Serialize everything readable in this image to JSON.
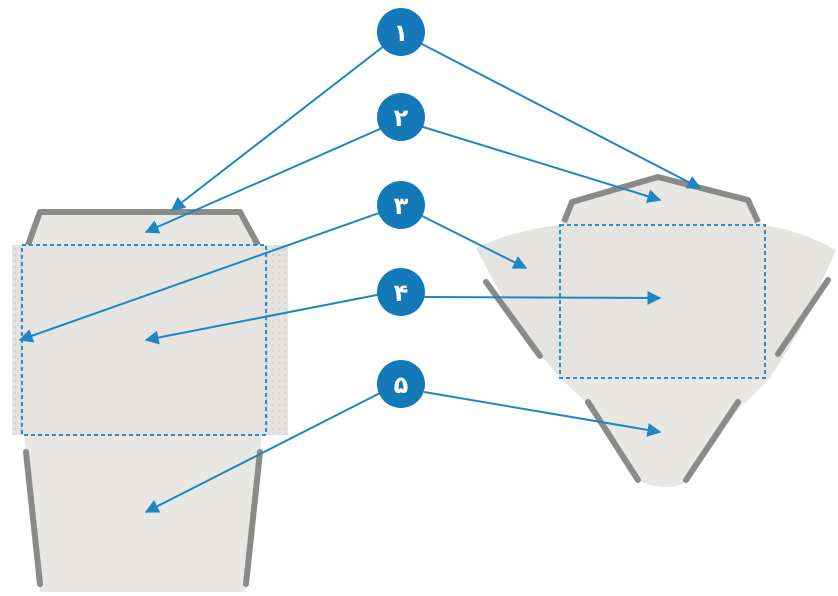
{
  "callouts": [
    {
      "id": "1",
      "label": "۱"
    },
    {
      "id": "2",
      "label": "۲"
    },
    {
      "id": "3",
      "label": "۳"
    },
    {
      "id": "4",
      "label": "۴"
    },
    {
      "id": "5",
      "label": "۵"
    }
  ],
  "colors": {
    "fill": "#e8e6e3",
    "fold_fill": "#dedbd8",
    "edge": "#8a8a8a",
    "dotted": "#2a8fc4",
    "accent": "#1479b8",
    "arrow": "#1e86c2"
  }
}
